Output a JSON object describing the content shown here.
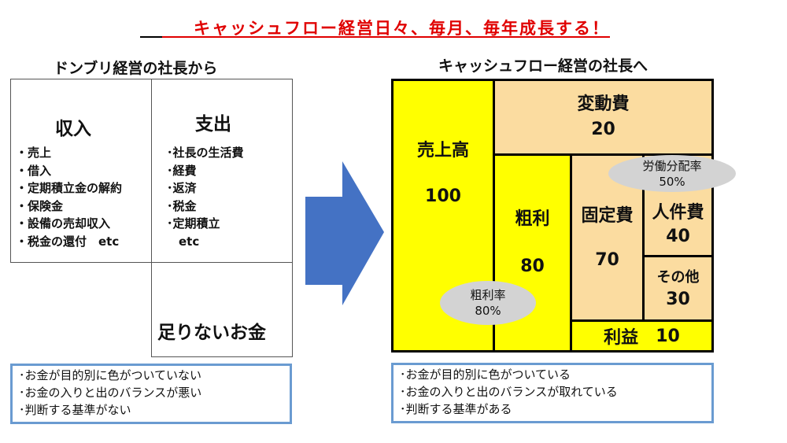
{
  "title": "キャッシュフロー経営日々、毎月、毎年成長する！",
  "left": {
    "heading": "ドンブリ経営の社長から",
    "income": {
      "label": "収入",
      "items": [
        "・売上",
        "・借入",
        "・定期積立金の解約",
        "・保険金",
        "・設備の売却収入",
        "・税金の還付　etc"
      ]
    },
    "expense": {
      "label": "支出",
      "items": [
        "･社長の生活費",
        "･経費",
        "･返済",
        "･税金",
        "･定期積立",
        "　etc"
      ]
    },
    "shortfall": "足りないお金",
    "notes": [
      "･お金が目的別に色がついていない",
      "･お金の入りと出のバランスが悪い",
      "･判断する基準がない"
    ]
  },
  "right": {
    "heading": "キャッシュフロー経営の社長へ",
    "sales": {
      "label": "売上高",
      "value": "100"
    },
    "variable_cost": {
      "label": "変動費",
      "value": "20"
    },
    "gross_profit": {
      "label": "粗利",
      "value": "80"
    },
    "fixed_cost": {
      "label": "固定費",
      "value": "70"
    },
    "labor_cost": {
      "label": "人件費",
      "value": "40"
    },
    "other": {
      "label": "その他",
      "value": "30"
    },
    "profit": {
      "label": "利益",
      "value": "10"
    },
    "labor_share": {
      "label": "労働分配率",
      "value": "50%"
    },
    "gross_margin": {
      "label": "粗利率",
      "value": "80%"
    },
    "notes": [
      "･お金が目的別に色がついている",
      "･お金の入りと出のバランスが取れている",
      "･判断する基準がある"
    ]
  },
  "colors": {
    "title": "#e00000",
    "yellow": "#ffff00",
    "tan": "#fbdca0",
    "arrow": "#4472c4",
    "note_border": "#6a9bd1"
  }
}
